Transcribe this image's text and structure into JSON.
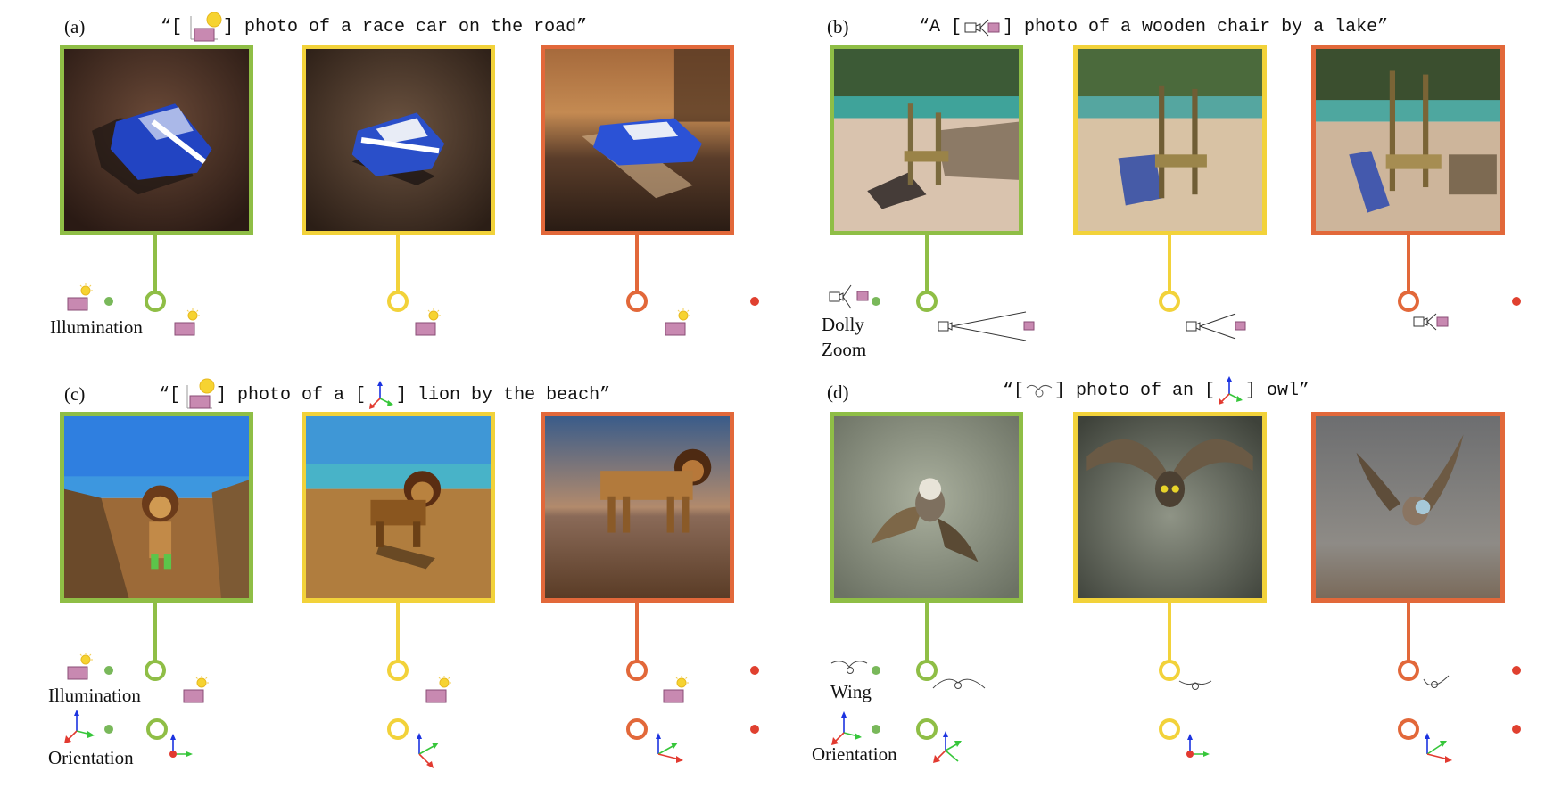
{
  "colors": {
    "green": "#8fbe46",
    "yellow": "#f2d23a",
    "orange": "#e2683a",
    "red": "#e0402f"
  },
  "panels": {
    "a": {
      "label": "(a)",
      "prompt_open": "“[",
      "prompt_rest": "] photo of a race car on the road”",
      "attribute": "Illumination"
    },
    "b": {
      "label": "(b)",
      "prompt_open": "“A [",
      "prompt_rest": "] photo of a wooden chair by a lake”",
      "attribute_line1": "Dolly",
      "attribute_line2": "Zoom"
    },
    "c": {
      "label": "(c)",
      "prompt_open": "“[",
      "prompt_mid": "] photo of a [",
      "prompt_rest": "] lion by the beach”",
      "attribute1": "Illumination",
      "attribute2": "Orientation"
    },
    "d": {
      "label": "(d)",
      "prompt_open": "“[",
      "prompt_mid": "] photo of an [",
      "prompt_rest": "] owl”",
      "attribute1": "Wing",
      "attribute2": "Orientation"
    }
  }
}
